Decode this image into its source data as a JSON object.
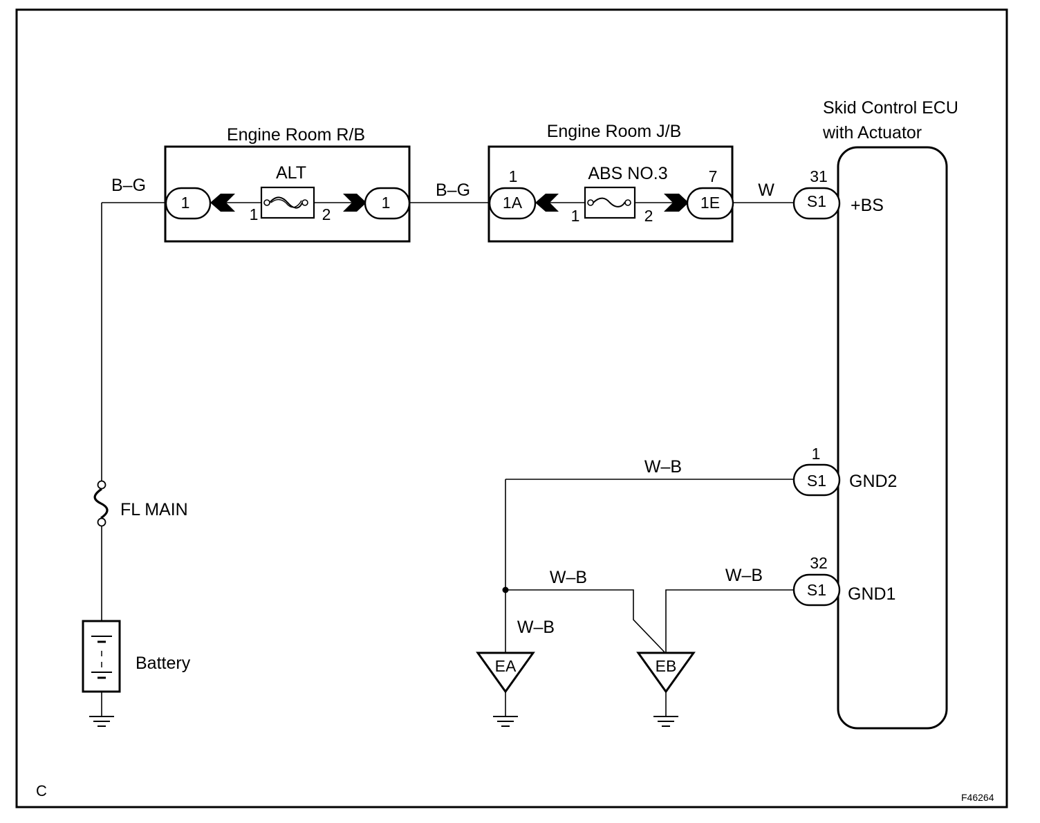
{
  "diagram": {
    "page_letter": "C",
    "figure_code": "F46264",
    "ecu": {
      "title_line1": "Skid Control ECU",
      "title_line2": "with Actuator",
      "terminals": [
        {
          "pin": "31",
          "connector": "S1",
          "name": "+BS"
        },
        {
          "pin": "1",
          "connector": "S1",
          "name": "GND2"
        },
        {
          "pin": "32",
          "connector": "S1",
          "name": "GND1"
        }
      ]
    },
    "relay_block": {
      "title": "Engine Room R/B",
      "fuse": "ALT",
      "in_connector": "1",
      "out_connector": "1",
      "fuse_pin_in": "1",
      "fuse_pin_out": "2"
    },
    "junction_block": {
      "title": "Engine Room J/B",
      "fuse": "ABS NO.3",
      "in_connector": "1A",
      "in_pin": "1",
      "out_connector": "1E",
      "out_pin": "7",
      "fuse_pin_in": "1",
      "fuse_pin_out": "2"
    },
    "wires": {
      "battery_to_rb": "B–G",
      "rb_to_jb": "B–G",
      "jb_to_ecu": "W",
      "gnd2": "W–B",
      "gnd_branch": "W–B",
      "ea_drop": "W–B",
      "gnd1": "W–B"
    },
    "main_fuse": "FL MAIN",
    "battery": "Battery",
    "grounds": {
      "ea": "EA",
      "eb": "EB"
    }
  }
}
